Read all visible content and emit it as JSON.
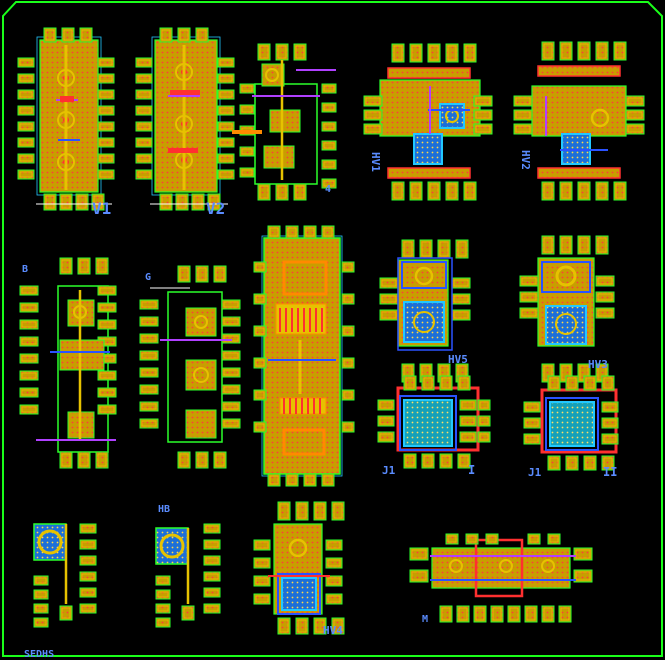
{
  "colors": {
    "background": "#000000",
    "frame": "#1aff1a",
    "pad_outline": "#2aff2a",
    "pad_fill": "#e6c200",
    "metal": "#e6c200",
    "poly": "#ff3030",
    "cyan": "#22c8ff",
    "blue": "#2a52ff",
    "purple": "#b040ff",
    "white": "#ffffff",
    "orange": "#ff8a00",
    "magenta": "#ff40ff",
    "label": "#5a8cff",
    "dots": "#ff5050"
  },
  "labels": {
    "v1": "V1",
    "v2": "V2",
    "small4": "4",
    "hv1": "HV1",
    "hv2": "HV2",
    "hv3": "HV3",
    "hv4": "HV4",
    "hv5": "HV5",
    "tag_b": "B",
    "tag_g": "G",
    "tag_hb": "HB",
    "tag_m": "M",
    "j1_left": "J1",
    "j1_right": "J1",
    "roman_left": "I",
    "roman_right": "II",
    "corner": "SEDHS"
  }
}
